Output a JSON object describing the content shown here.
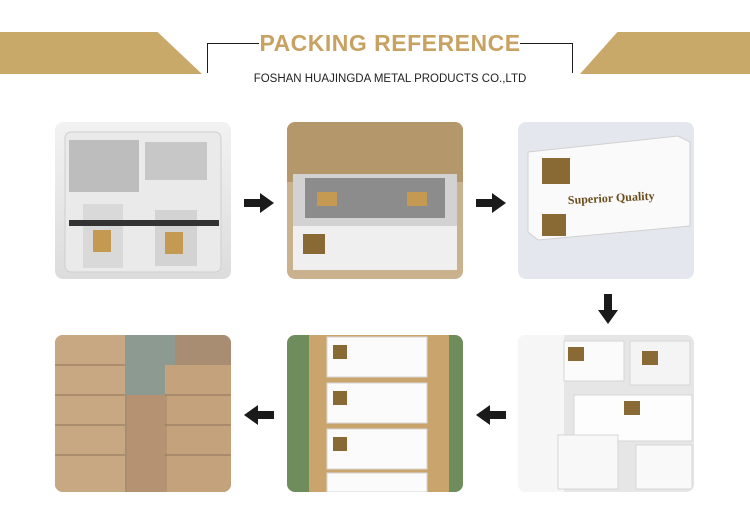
{
  "header": {
    "title": "PACKING REFERENCE",
    "subtitle": "FOSHAN HUAJINGDA METAL PRODUCTS CO.,LTD"
  },
  "box_label": "Superior Quality",
  "colors": {
    "gold": "#c8a96a",
    "title_gold": "#c8a262",
    "arrow": "#1a1a1a"
  },
  "icons": [
    "arrow-right-icon",
    "arrow-down-icon",
    "arrow-left-icon"
  ]
}
